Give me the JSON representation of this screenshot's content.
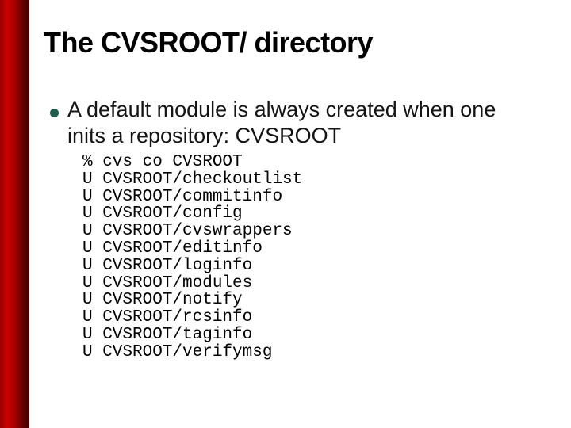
{
  "slide": {
    "title": "The CVSROOT/ directory",
    "bullets": [
      {
        "text": "A default module is always created when one inits a repository: CVSROOT"
      }
    ],
    "code_lines": [
      "% cvs co CVSROOT",
      "U CVSROOT/checkoutlist",
      "U CVSROOT/commitinfo",
      "U CVSROOT/config",
      "U CVSROOT/cvswrappers",
      "U CVSROOT/editinfo",
      "U CVSROOT/loginfo",
      "U CVSROOT/modules",
      "U CVSROOT/notify",
      "U CVSROOT/rcsinfo",
      "U CVSROOT/taginfo",
      "U CVSROOT/verifymsg"
    ],
    "colors": {
      "background": "#ffffff",
      "bar_start": "#9a0000",
      "bar_bright": "#cb0101",
      "bar_mid": "#9a0000",
      "bar_dim": "#600000",
      "bar_end": "#3b0000",
      "bullet": "#1f5c4e",
      "title_text": "#000000",
      "body_text": "#141414",
      "code_text": "#000000"
    }
  }
}
